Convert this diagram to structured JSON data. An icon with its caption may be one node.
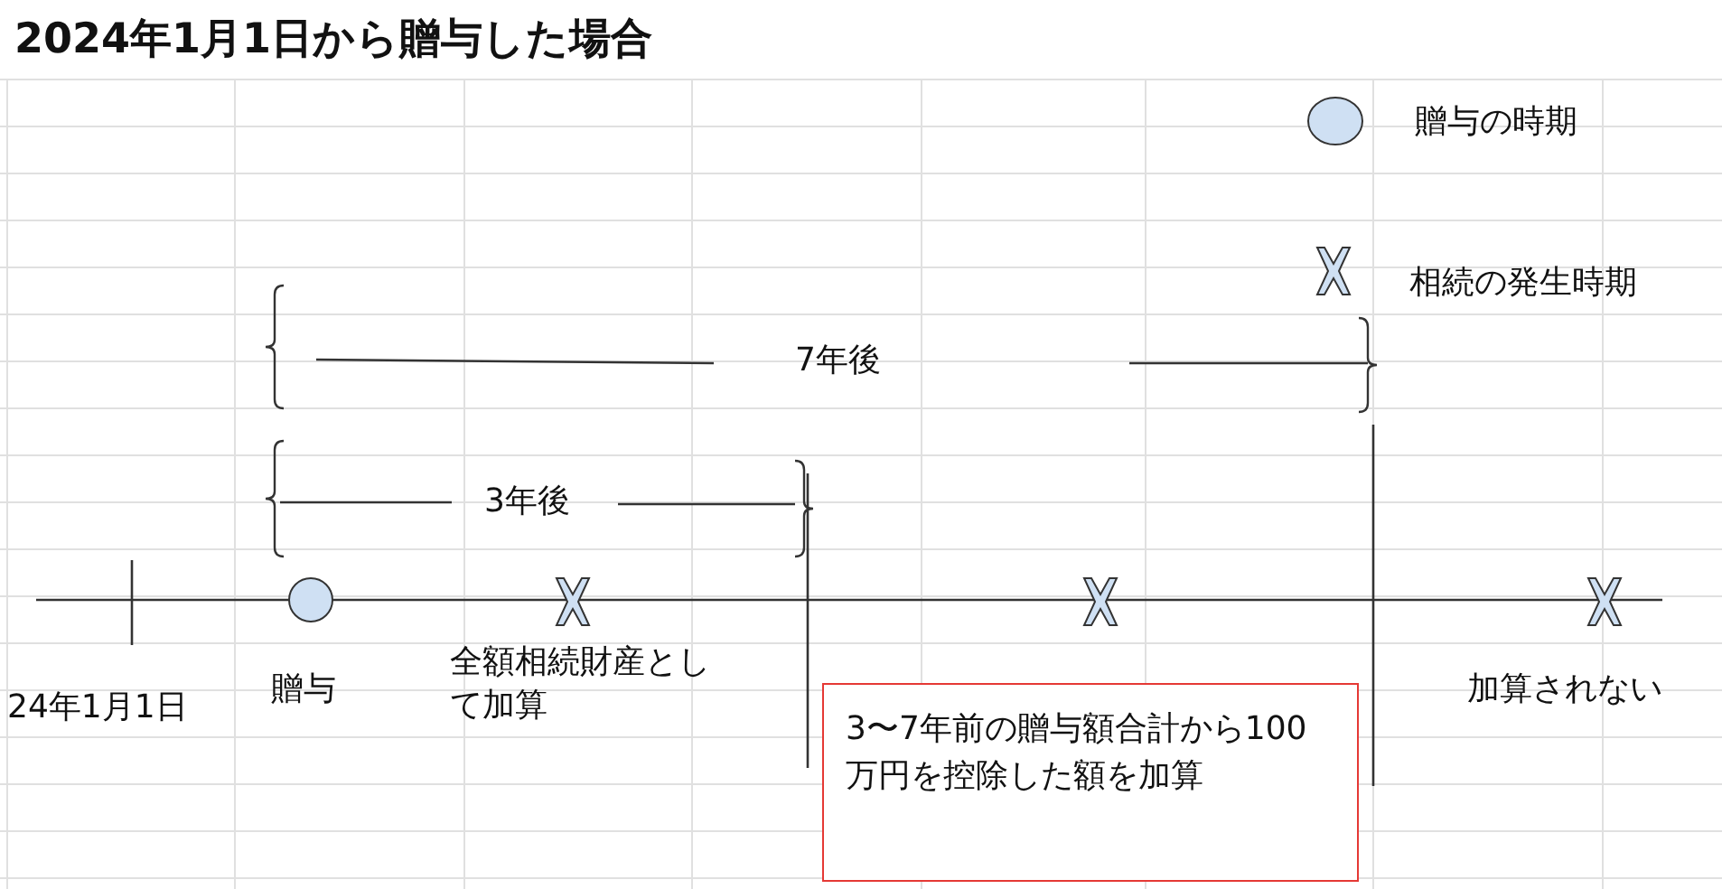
{
  "diagram": {
    "title": "2024年1月1日から贈与した場合",
    "nodes": [
      {
        "text": [
          "3〜7年前の贈与額合計から100万円を控除した額を加算"
        ]
      }
    ],
    "edges": [],
    "labels": [
      "7年後",
      "3年後",
      "24年1月1日",
      "贈与",
      "全額相続財産として加算",
      "加算されない"
    ],
    "legend": [
      {
        "text": "贈与の時期"
      },
      {
        "text": "相続の発生時期"
      }
    ]
  }
}
